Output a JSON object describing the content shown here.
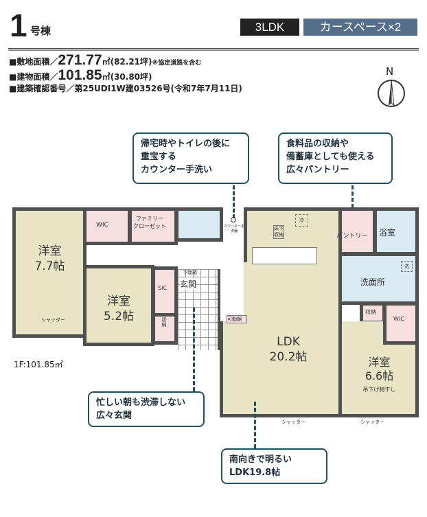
{
  "header": {
    "building_no": "1",
    "building_suffix": "号棟",
    "layout_badge": "3LDK",
    "parking_badge": "カースペース×2"
  },
  "info": {
    "site_label": "■敷地面積／",
    "site_area": "271.77",
    "site_unit": "㎡(82.21坪)",
    "site_note": "※協定道路を含む",
    "floor_label": "■建物面積／",
    "floor_area": "101.85",
    "floor_unit": "㎡(30.80坪)",
    "permit": "■建築確認番号／第25UDI1W建03526号(令和7年7月11日)"
  },
  "compass": {
    "label": "N"
  },
  "callouts": {
    "handwash": [
      "帰宅時やトイレの後に",
      "重宝する",
      "カウンター手洗い"
    ],
    "pantry": [
      "食料品の収納や",
      "備蓄庫としても使える",
      "広々パントリー"
    ],
    "entrance": [
      "忙しい朝も渋滞しない",
      "広々玄関"
    ],
    "ldk": [
      "南向きで明るい",
      "LDK19.8帖"
    ]
  },
  "rooms": {
    "bed1": {
      "name": "洋室",
      "size": "7.7帖"
    },
    "bed2": {
      "name": "洋室",
      "size": "5.2帖"
    },
    "bed3": {
      "name": "洋室",
      "size": "6.6帖",
      "note": "吊下げ物干し"
    },
    "ldk": {
      "name": "LDK",
      "size": "20.2帖"
    },
    "wic1": "WIC",
    "family_closet": [
      "ファミリー",
      "クローゼット"
    ],
    "sic": "SIC",
    "entrance": "玄関",
    "shoebox": "下駄箱",
    "storage1": "収納",
    "shelf": "可動棚",
    "counter": "カウンター手洗器",
    "underfloor": [
      "床下",
      "収納"
    ],
    "fridge": "冷",
    "pantry": "パントリー",
    "bath": "浴室",
    "washroom": "洗面所",
    "washer": "洗",
    "storage2": "収納",
    "wic2": "WIC"
  },
  "shutter": "シャッター",
  "floor_total": "1F:101.85㎡",
  "colors": {
    "wall": "#505050",
    "living": "#e7e5c6",
    "closet": "#f8dfe0",
    "wet": "#d9ebf3",
    "callout": "#1f4f60",
    "badge_dark": "#222222",
    "badge_blue": "#536f8c"
  }
}
